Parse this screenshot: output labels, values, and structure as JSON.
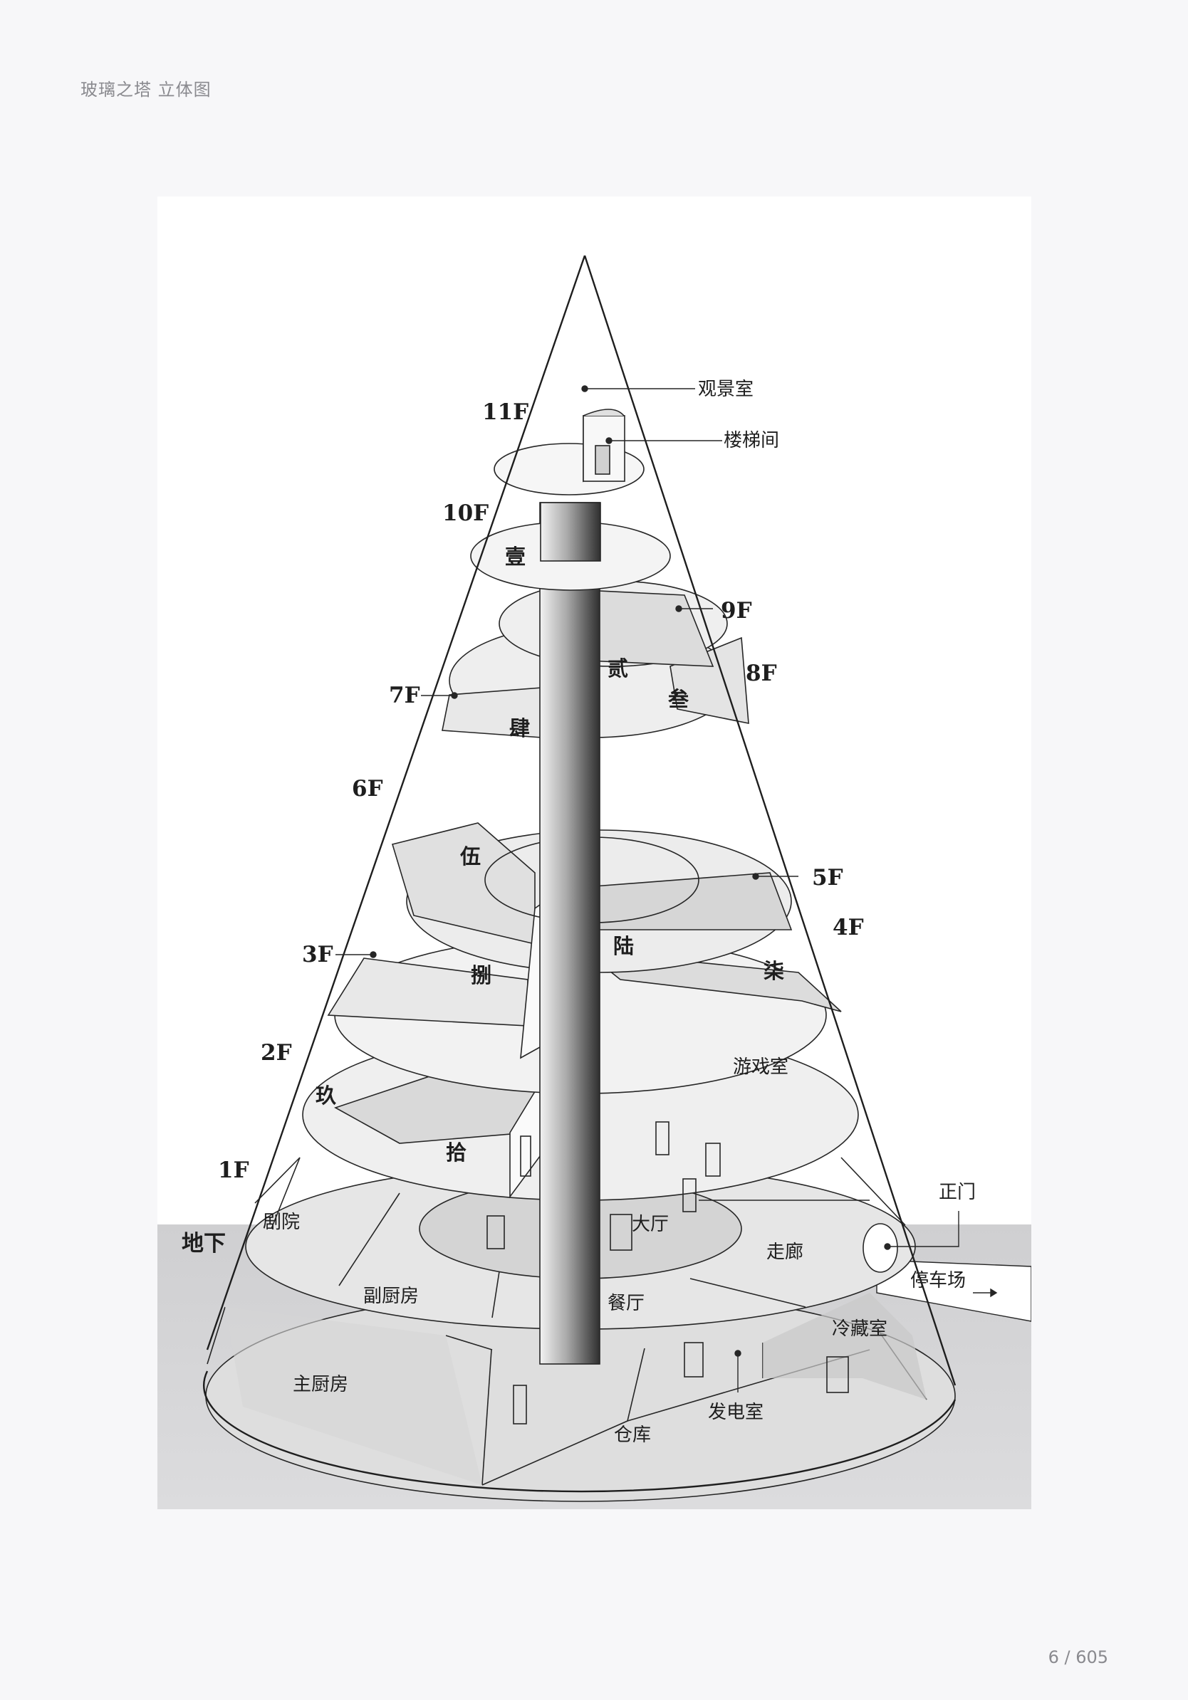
{
  "header": {
    "title": "玻璃之塔 立体图"
  },
  "footer": {
    "page": "6 / 605"
  },
  "diagram": {
    "floors": {
      "f11": "11F",
      "f10": "10F",
      "f9": "9F",
      "f8": "8F",
      "f7": "7F",
      "f6": "6F",
      "f5": "5F",
      "f4": "4F",
      "f3": "3F",
      "f2": "2F",
      "f1": "1F",
      "b1": "地下"
    },
    "rooms": {
      "observatory": "观景室",
      "stairwell": "楼梯间",
      "game_room": "游戏室",
      "theater": "剧院",
      "hall": "大厅",
      "corridor": "走廊",
      "main_gate": "正门",
      "parking": "停车场",
      "sub_kitchen": "副厨房",
      "dining": "餐厅",
      "cold_storage": "冷藏室",
      "main_kitchen": "主厨房",
      "generator": "发电室",
      "warehouse": "仓库"
    },
    "room_numbers": {
      "r1": "壹",
      "r2": "贰",
      "r3": "叁",
      "r4": "肆",
      "r5": "伍",
      "r6": "陆",
      "r7": "柒",
      "r8": "捌",
      "r9": "玖",
      "r10": "拾"
    },
    "colors": {
      "ground": "#d2d2d4",
      "line": "#262626",
      "page_bg": "#f7f7f9",
      "figure_bg": "#ffffff"
    }
  }
}
